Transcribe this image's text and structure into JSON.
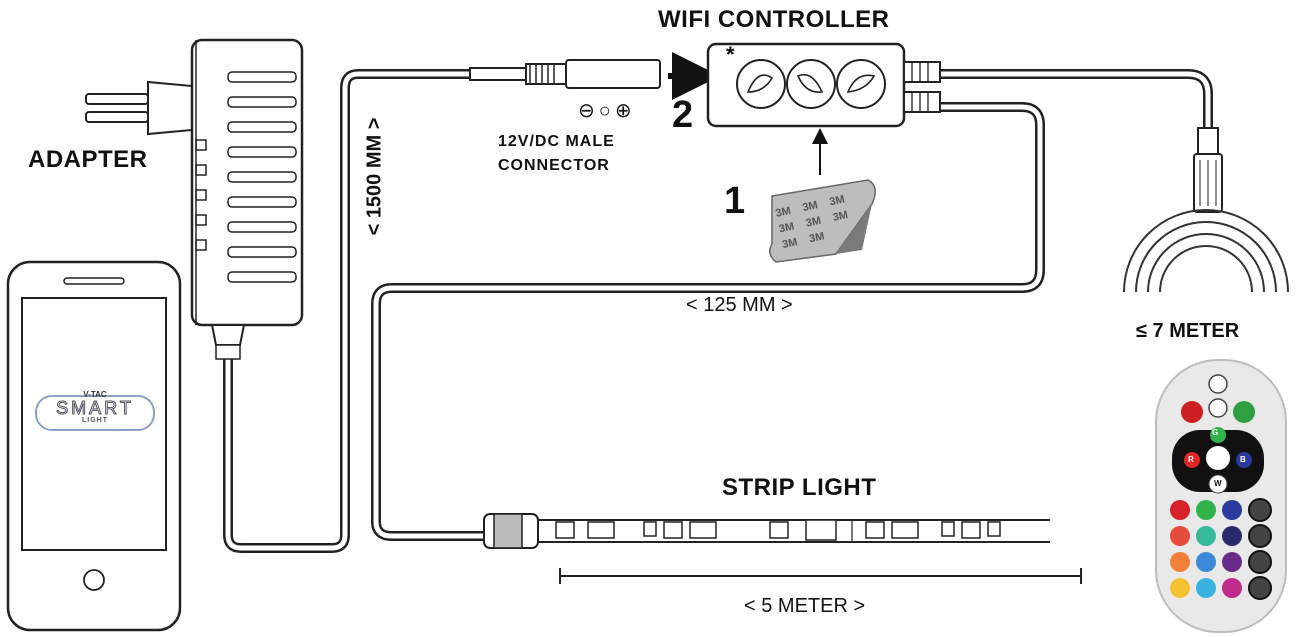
{
  "labels": {
    "wifi_controller": "WIFI CONTROLLER",
    "adapter": "ADAPTER",
    "strip_light": "STRIP LIGHT",
    "connector_line1": "12V/DC MALE",
    "connector_line2": "CONNECTOR",
    "polarity": "⊖○⊕",
    "controller_mark": "*"
  },
  "steps": {
    "one": "1",
    "two": "2"
  },
  "dimensions": {
    "cable_length": "< 1500 MM >",
    "controller_cable": "< 125 MM >",
    "remote_range": "≤ 7 METER",
    "strip_length": "< 5 METER >"
  },
  "app_logo": {
    "brand": "V-TAC",
    "name": "SMART",
    "sub": "LIGHT"
  },
  "remote": {
    "buttons": {
      "r": "R",
      "g": "G",
      "b": "B",
      "w": "W"
    }
  },
  "tape_mark": "3M",
  "colors": {
    "red": "#e02424",
    "green": "#2fb34a",
    "blue": "#2a3aa0",
    "white_btn": "#ffffff",
    "black": "#111111"
  }
}
